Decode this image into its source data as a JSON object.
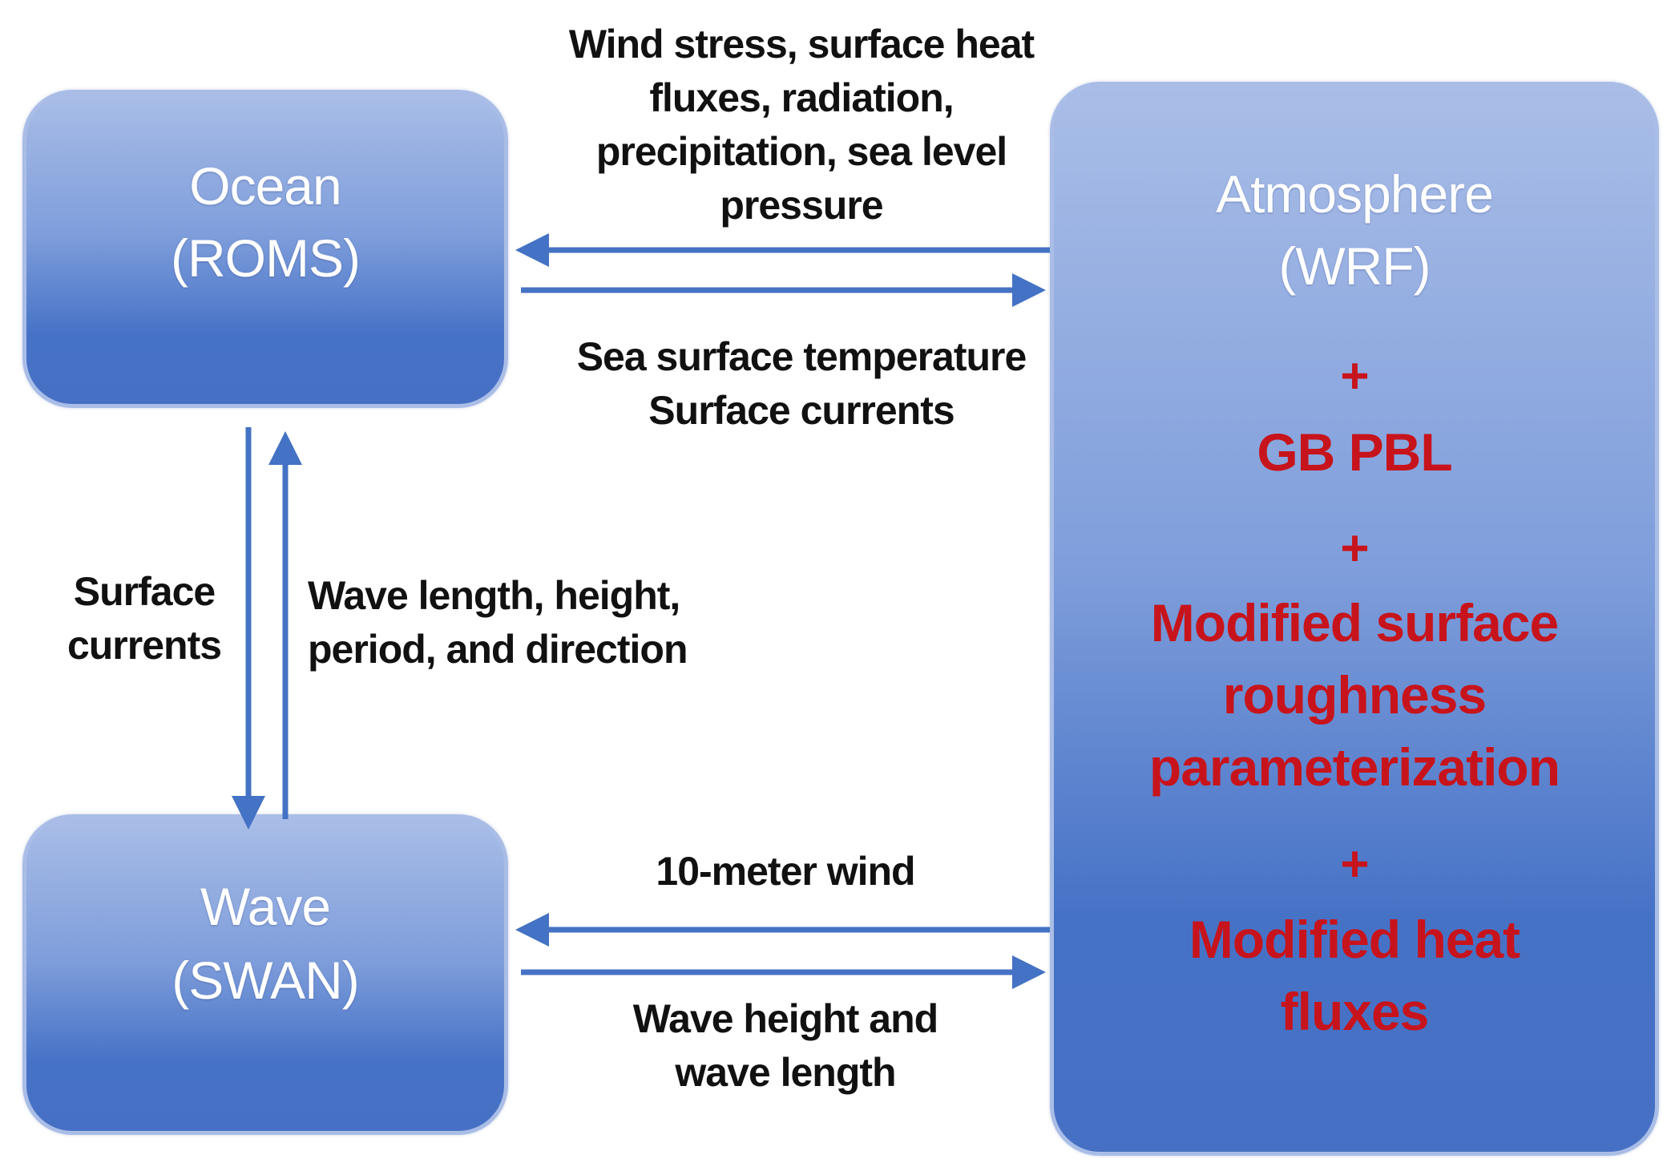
{
  "ocean_box": {
    "line1": "Ocean",
    "line2": "(ROMS)"
  },
  "wave_box": {
    "line1": "Wave",
    "line2": "(SWAN)"
  },
  "atmosphere_box": {
    "line1": "Atmosphere",
    "line2": "(WRF)",
    "plus_symbol": "+",
    "component1": "GB PBL",
    "component2_line1": "Modified surface",
    "component2_line2": "roughness",
    "component2_line3": "parameterization",
    "component3_line1": "Modified heat",
    "component3_line2": "fluxes"
  },
  "atm_to_ocean_label": {
    "line1": "Wind stress, surface heat",
    "line2": "fluxes, radiation,",
    "line3": "precipitation, sea level",
    "line4": "pressure"
  },
  "ocean_to_atm_label": {
    "line1": "Sea surface temperature",
    "line2": "Surface currents"
  },
  "ocean_to_wave_label": {
    "line1": "Surface",
    "line2": "currents"
  },
  "wave_to_ocean_label": {
    "line1": "Wave length, height,",
    "line2": "period, and direction"
  },
  "atm_to_wave_label": {
    "line1": "10-meter wind"
  },
  "wave_to_atm_label": {
    "line1": "Wave height and",
    "line2": "wave length"
  },
  "colors": {
    "arrow": "#4472c4",
    "box_top": "#a9bde7",
    "box_bottom": "#4670c4",
    "highlight_text": "#c7141c"
  }
}
